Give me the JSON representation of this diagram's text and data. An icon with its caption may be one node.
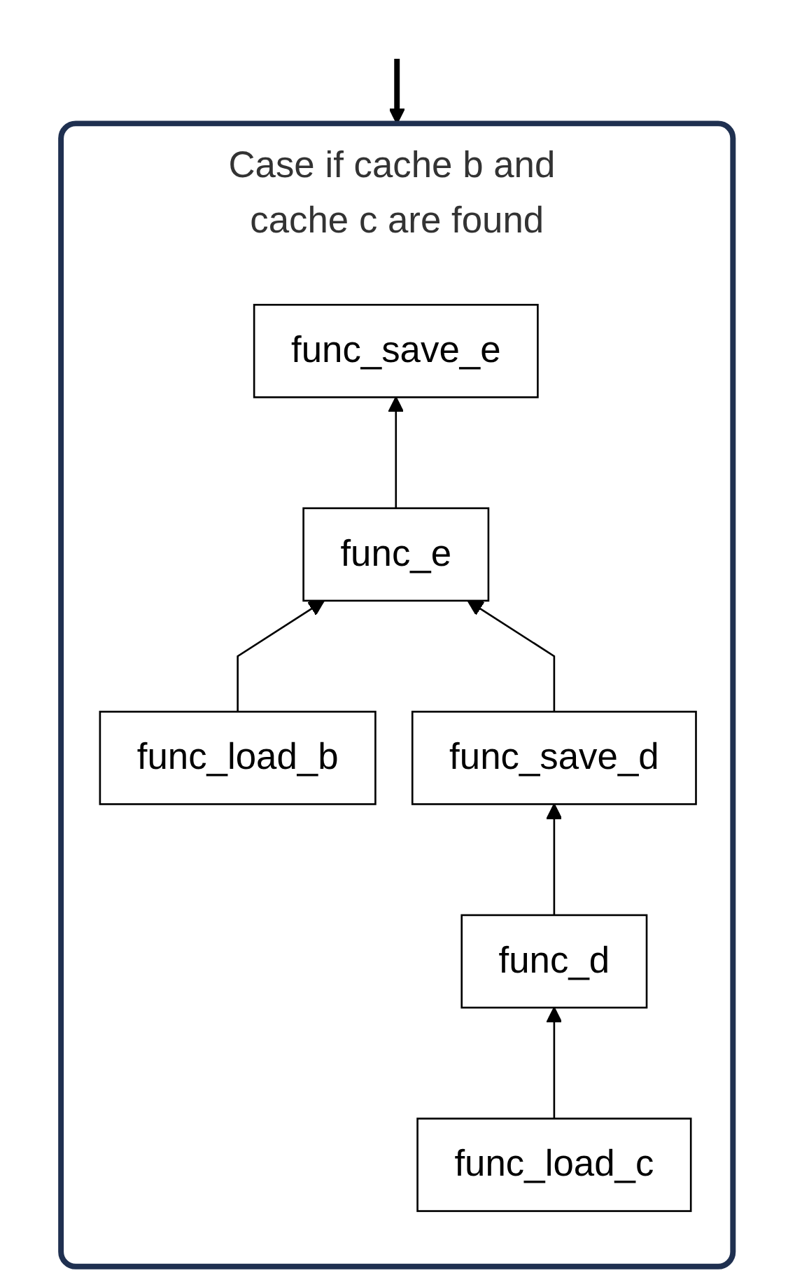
{
  "diagram": {
    "nodes": [
      {
        "text": [
          "Case if cache b and cache c are found"
        ]
      },
      {
        "text": [
          "func_save_e"
        ],
        "in": 0
      },
      {
        "text": [
          "func_e"
        ],
        "in": 0
      },
      {
        "text": [
          "func_load_b"
        ],
        "in": 0
      },
      {
        "text": [
          "func_save_d"
        ],
        "in": 0
      },
      {
        "text": [
          "func_d"
        ],
        "in": 0
      },
      {
        "text": [
          "func_load_c"
        ],
        "in": 0
      }
    ],
    "edges": [
      {
        "from": null,
        "to": 0,
        "arrow": "to",
        "style": "thick"
      },
      {
        "from": 2,
        "to": 1,
        "arrow": "to"
      },
      {
        "from": 3,
        "to": 2,
        "arrow": "to"
      },
      {
        "from": 4,
        "to": 2,
        "arrow": "to"
      },
      {
        "from": 5,
        "to": 4,
        "arrow": "to"
      },
      {
        "from": 6,
        "to": 5,
        "arrow": "to"
      }
    ]
  }
}
